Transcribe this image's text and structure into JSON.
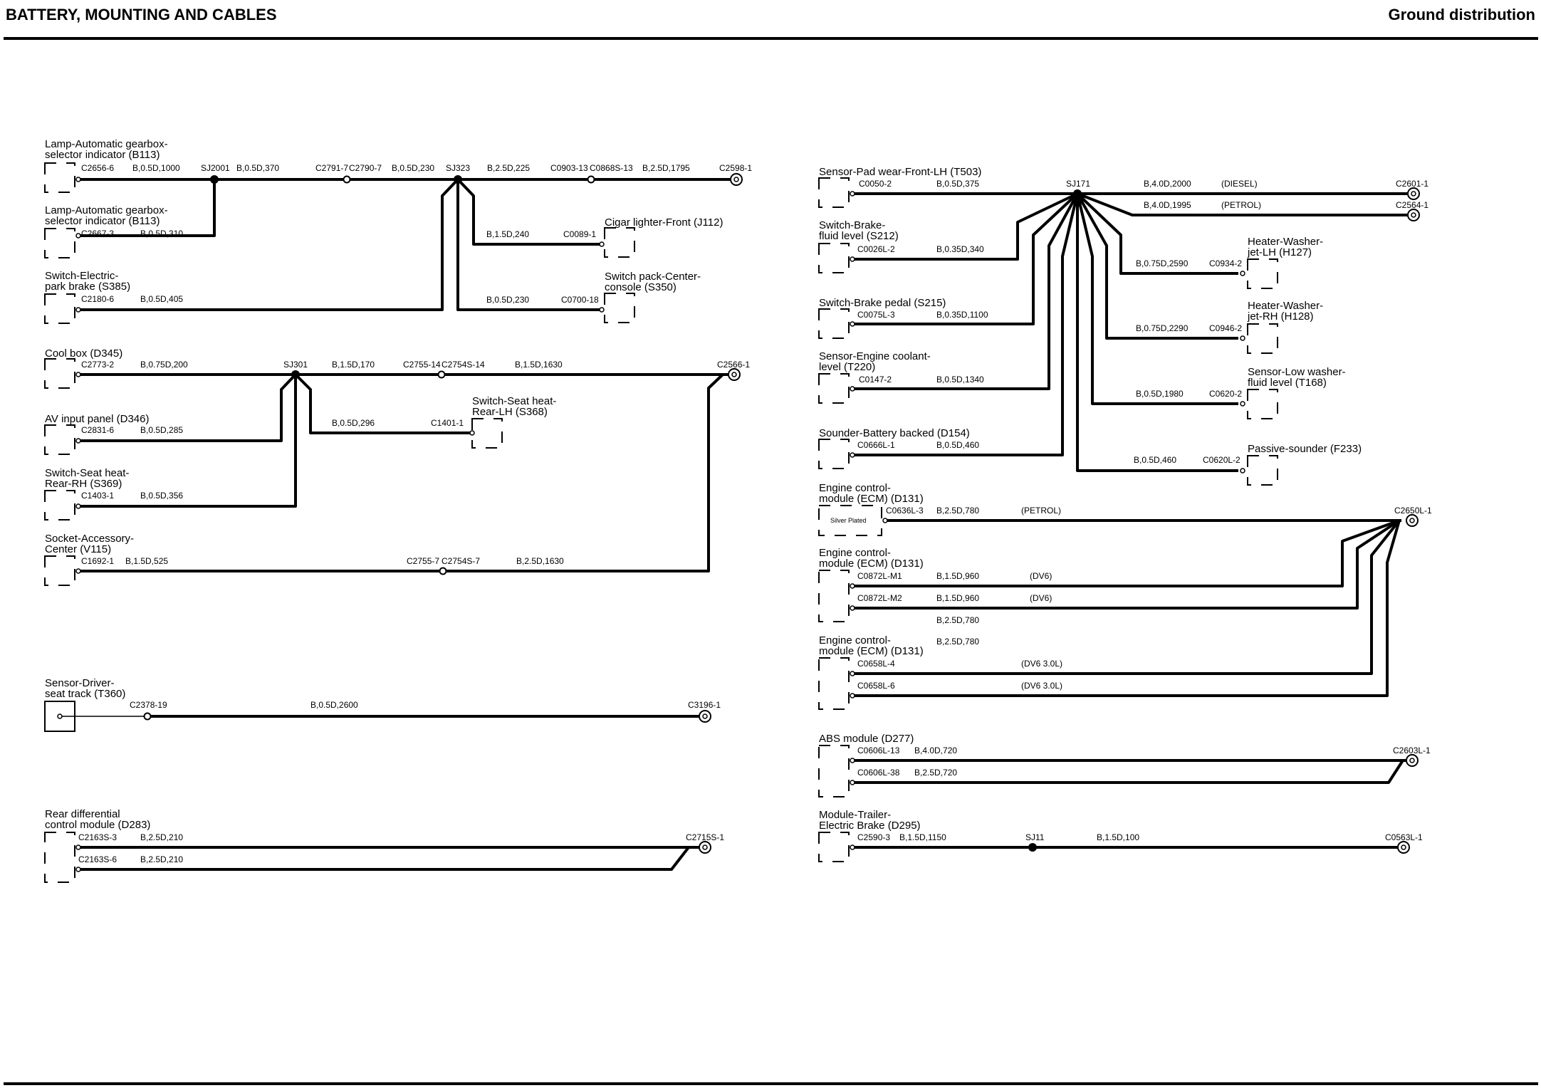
{
  "header": {
    "title": "BATTERY, MOUNTING AND CABLES",
    "section": "Ground distribution"
  },
  "components": {
    "b113_a": "Lamp-Automatic gearbox-|selector indicator (B113)",
    "b113_b": "Lamp-Automatic gearbox-|selector indicator (B113)",
    "s385": "Switch-Electric-|park brake (S385)",
    "j112": "Cigar lighter-Front (J112)",
    "s350": "Switch pack-Center-|console (S350)",
    "d345": "Cool box (D345)",
    "d346": "AV input panel (D346)",
    "s368": "Switch-Seat heat-|Rear-LH (S368)",
    "s369": "Switch-Seat heat-|Rear-RH (S369)",
    "v115": "Socket-Accessory-|Center (V115)",
    "t360": "Sensor-Driver-|seat track (T360)",
    "d283": "Rear differential|control module (D283)",
    "t503": "Sensor-Pad wear-Front-LH (T503)",
    "s212": "Switch-Brake-|fluid level (S212)",
    "s215": "Switch-Brake pedal (S215)",
    "t220": "Sensor-Engine coolant-|level (T220)",
    "d154": "Sounder-Battery backed (D154)",
    "h127": "Heater-Washer-|jet-LH (H127)",
    "h128": "Heater-Washer-|jet-RH (H128)",
    "t168": "Sensor-Low washer-|fluid level (T168)",
    "f233": "Passive-sounder (F233)",
    "d131_a": "Engine control-|module (ECM) (D131)",
    "d131_b": "Engine control-|module (ECM) (D131)",
    "d131_c": "Engine control-|module (ECM) (D131)",
    "d277": "ABS module (D277)",
    "d295": "Module-Trailer-|Electric Brake (D295)",
    "silver": "Silver Plated"
  },
  "connectors": {
    "c2656_6": "C2656-6",
    "c2667_3": "C2667-3",
    "c2180_6": "C2180-6",
    "c2791_7": "C2791-7",
    "c2790_7": "C2790-7",
    "c0903_13": "C0903-13",
    "c0868s_13": "C0868S-13",
    "c2598_1": "C2598-1",
    "c0089_1": "C0089-1",
    "c0700_18": "C0700-18",
    "c2773_2": "C2773-2",
    "c2831_6": "C2831-6",
    "c1403_1": "C1403-1",
    "c1692_1": "C1692-1",
    "c2755_14": "C2755-14",
    "c2754s_14": "C2754S-14",
    "c2566_1": "C2566-1",
    "c1401_1": "C1401-1",
    "c2755_7": "C2755-7",
    "c2754s_7": "C2754S-7",
    "c2378_19": "C2378-19",
    "c3196_1": "C3196-1",
    "c2163s_3": "C2163S-3",
    "c2163s_6": "C2163S-6",
    "c2715s_1": "C2715S-1",
    "c0050_2": "C0050-2",
    "c2601_1": "C2601-1",
    "c2564_1": "C2564-1",
    "c0026l_2": "C0026L-2",
    "c0075l_3": "C0075L-3",
    "c0147_2": "C0147-2",
    "c0666l_1": "C0666L-1",
    "c0934_2": "C0934-2",
    "c0946_2": "C0946-2",
    "c0620_2": "C0620-2",
    "c0620l_2": "C0620L-2",
    "c0636l_3": "C0636L-3",
    "c2650l_1": "C2650L-1",
    "c0872l_m1": "C0872L-M1",
    "c0872l_m2": "C0872L-M2",
    "c0658l_4": "C0658L-4",
    "c0658l_6": "C0658L-6",
    "c0606l_13": "C0606L-13",
    "c0606l_38": "C0606L-38",
    "c2603l_1": "C2603L-1",
    "c2590_3": "C2590-3",
    "c0563l_1": "C0563L-1"
  },
  "splices": {
    "sj2001": "SJ2001",
    "sj323": "SJ323",
    "sj301": "SJ301",
    "sj171": "SJ171",
    "sj11": "SJ11"
  },
  "wires": {
    "w1000": "B,0.5D,1000",
    "w370": "B,0.5D,370",
    "w230a": "B,0.5D,230",
    "w225": "B,2.5D,225",
    "w1795": "B,2.5D,1795",
    "w310": "B,0.5D,310",
    "w240": "B,1.5D,240",
    "w405": "B,0.5D,405",
    "w230b": "B,0.5D,230",
    "w200": "B,0.75D,200",
    "w170": "B,1.5D,170",
    "w1630a": "B,1.5D,1630",
    "w285": "B,0.5D,285",
    "w296": "B,0.5D,296",
    "w356": "B,0.5D,356",
    "w525": "B,1.5D,525",
    "w1630b": "B,2.5D,1630",
    "w2600": "B,0.5D,2600",
    "w210a": "B,2.5D,210",
    "w210b": "B,2.5D,210",
    "w375": "B,0.5D,375",
    "w2000": "B,4.0D,2000",
    "w1995": "B,4.0D,1995",
    "w340": "B,0.35D,340",
    "w1100": "B,0.35D,1100",
    "w1340": "B,0.5D,1340",
    "w460a": "B,0.5D,460",
    "w2590": "B,0.75D,2590",
    "w2290": "B,0.75D,2290",
    "w1980": "B,0.5D,1980",
    "w460b": "B,0.5D,460",
    "w780a": "B,2.5D,780",
    "w960a": "B,1.5D,960",
    "w960b": "B,1.5D,960",
    "w780b": "B,2.5D,780",
    "w780c": "B,2.5D,780",
    "w720a": "B,4.0D,720",
    "w720b": "B,2.5D,720",
    "w1150": "B,1.5D,1150",
    "w100": "B,1.5D,100"
  },
  "notes": {
    "diesel": "(DIESEL)",
    "petrol_a": "(PETROL)",
    "petrol_b": "(PETROL)",
    "dv6_a": "(DV6)",
    "dv6_b": "(DV6)",
    "dv63_a": "(DV6 3.0L)",
    "dv63_b": "(DV6 3.0L)"
  }
}
